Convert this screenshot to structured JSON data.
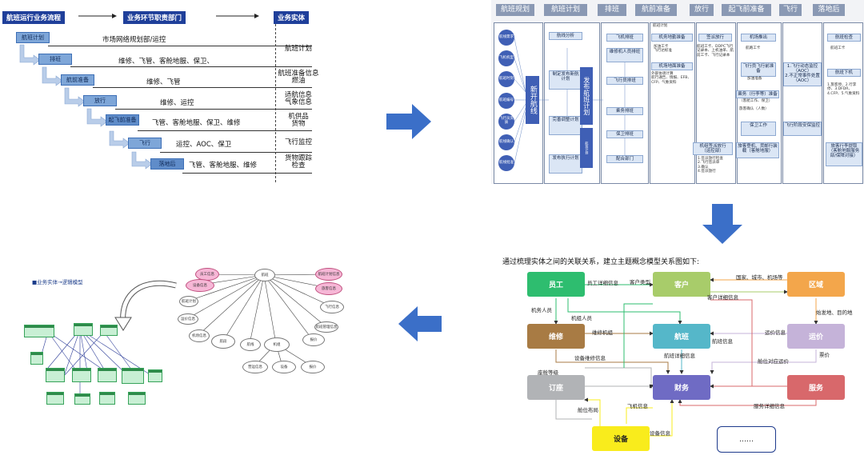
{
  "panel_process": {
    "headers": [
      "航班运行业务流程",
      "业务环节职责部门",
      "业务实体"
    ],
    "steps": [
      "航班计划",
      "排班",
      "航前准备",
      "放行",
      "起飞前准备",
      "飞行",
      "落地后"
    ],
    "departments": [
      "市场网络规划部/运控",
      "维修、飞管、客舱地服、保卫、",
      "维修、飞管",
      "维修、运控",
      "飞管、客舱地服、保卫、维修",
      "运控、AOC、保卫",
      "飞管、客舱地服、维修"
    ],
    "entities": [
      "航班计划",
      "",
      "航班准备信息\n燃油",
      "适航信息\n气象信息",
      "机供品\n货物",
      "飞行监控",
      "货物跟踪\n检查"
    ]
  },
  "panel_swimlane": {
    "lanes": [
      "航班规划",
      "航班计划",
      "排班",
      "航前准备",
      "放行",
      "起飞前准备",
      "飞行",
      "落地后"
    ],
    "circles": [
      "航线需求",
      "飞机机型",
      "航班时刻",
      "航班编号",
      "飞行员资质",
      "航线确认",
      "航线批准"
    ],
    "big_new_route": "新开航线",
    "big_publish": "发布航班计划",
    "plan_boxes": [
      "航线分析",
      "制定发布新航计划",
      "完善调整计划",
      "发布执行计划"
    ],
    "plan_sublabel": "航班计划",
    "roster_boxes": [
      "飞机排班",
      "维修机人员排班",
      "飞行员排班",
      "乘务排班",
      "保卫排班",
      "配合部门"
    ],
    "prep_boxes": [
      "机务地勤准备",
      "机场地面准备"
    ],
    "prep_texts": [
      "航班计划",
      "加油工卡\n飞行达标准",
      "外部协调计算\n航行通告、情报、EFB、CFP、气象资料"
    ],
    "release_boxes": [
      "签派放行",
      "机组签派放行\n（运控部）"
    ],
    "release_texts": [
      "航班工卡、DDPC飞行记录本、上机油单、航前工卡、飞行记录本",
      "1.签派放行检查\n2.飞行签派单\n3.确认\n4.签派放行"
    ],
    "pre_takeoff_boxes": [
      "机场推出",
      "飞行员飞行前准备",
      "乘务（行李等）准备",
      "保卫工作",
      "旅客登机、货邮行装载（客舱地服）"
    ],
    "pre_takeoff_texts": [
      "航路工卡",
      "加油准备",
      "（客舱工作、保卫）",
      "旅客确认（人数）"
    ],
    "flight_boxes": [
      "1.飞行动态监控（AOC）\n2.不正常事件处置（AOC）",
      "飞行阶段安保监控"
    ],
    "landing_boxes": [
      "航班检查",
      "旅客行李提取（客舱地服服务部/保障对接）"
    ],
    "landing_texts": [
      "航班工卡",
      "航班下机",
      "1.旅客停、2.行李停、3.DFDR、4.CFP、5.气象资料"
    ]
  },
  "panel_logical": {
    "title": "■业务实体→逻辑模型",
    "ellipses": [
      "员工信息",
      "设备信息",
      "航班",
      "航班计划",
      "运价信息",
      "机场信息",
      "航段",
      "航线",
      "机组",
      "报价",
      "航班管理信息",
      "飞行信息",
      "旅客信息",
      "航班计划信息",
      "营运信息",
      "设备"
    ]
  },
  "panel_model": {
    "intro": "通过梳理实体之间的关联关系，建立主题概念模型关系图如下:",
    "entities": {
      "employee": "员工",
      "customer": "客户",
      "region": "区域",
      "maintenance": "维修",
      "flight": "航班",
      "fare": "运价",
      "order": "订座",
      "finance": "财务",
      "service": "服务",
      "equipment": "设备",
      "more": "……"
    },
    "colors": {
      "employee": "#2ebd6f",
      "customer": "#a8cc6a",
      "region": "#f3a64b",
      "maintenance": "#a87b44",
      "flight": "#55b7c9",
      "fare": "#c5b3d9",
      "order": "#b1b3b6",
      "finance": "#6f6bc4",
      "service": "#d8686b",
      "equipment": "#f9ec1c"
    },
    "relations": [
      "员工详细信息",
      "客户类型",
      "国家、城市、机场等",
      "客户详细信息",
      "机务人员",
      "机组人员",
      "维修机组",
      "航班信息",
      "运价信息",
      "始发地、目的地",
      "设备维修信息",
      "航班详细信息",
      "票价",
      "舱位对应运价",
      "座舱等级",
      "舱位布局",
      "飞机信息",
      "服务详细信息",
      "设备信息"
    ]
  },
  "arrows": [
    "right",
    "down",
    "left"
  ]
}
